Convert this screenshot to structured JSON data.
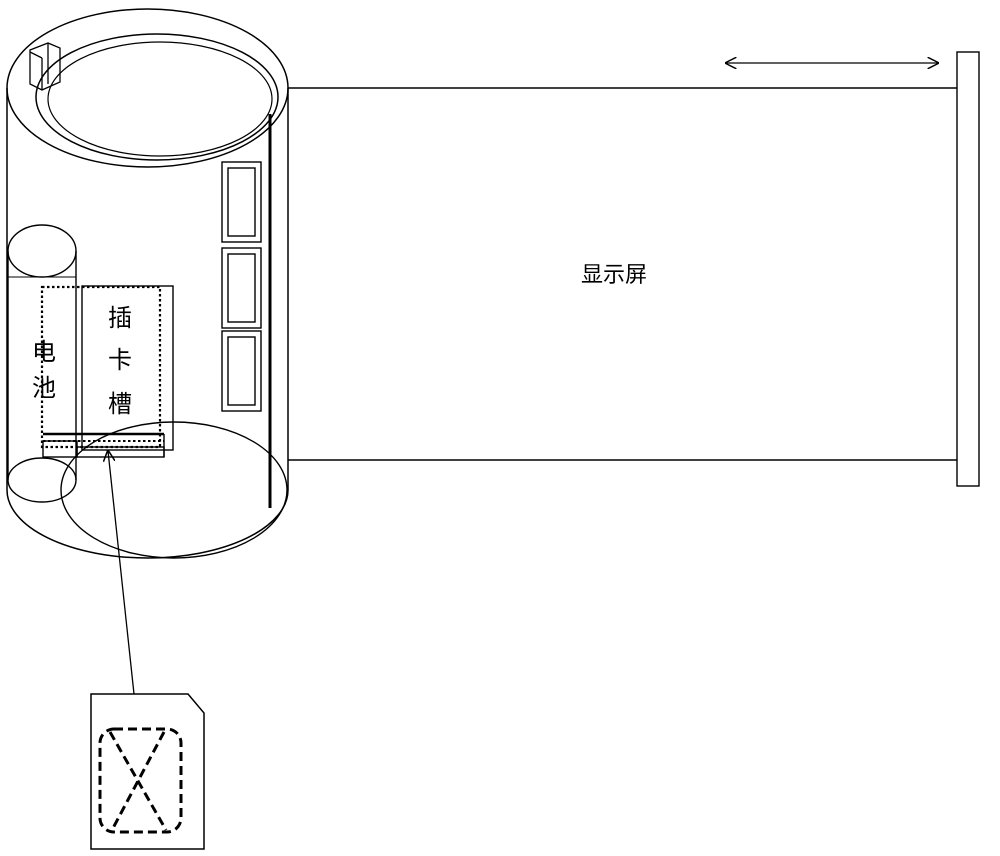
{
  "labels": {
    "display_screen": "显示屏",
    "battery": [
      "电",
      "池"
    ],
    "card_slot": [
      "插",
      "卡",
      "槽"
    ]
  },
  "colors": {
    "stroke": "#000000",
    "background": "#ffffff"
  },
  "icons": {
    "double_arrow": "double-arrow-icon",
    "sim_card": "sim-card-icon"
  }
}
